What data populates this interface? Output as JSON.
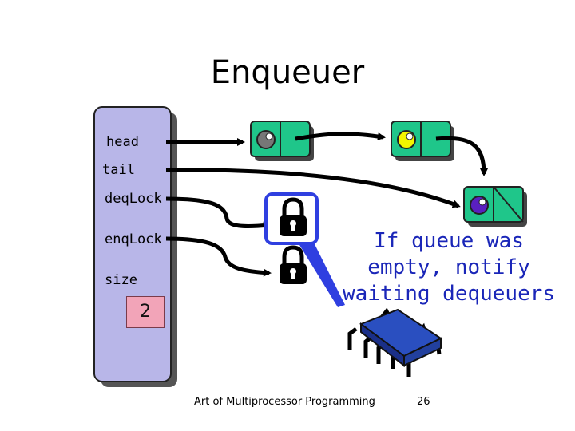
{
  "slide": {
    "title": "Enqueuer",
    "fields": {
      "head": "head",
      "tail": "tail",
      "deq_lock": "deqLock",
      "enq_lock": "enqLock",
      "size": "size"
    },
    "size_value": "2",
    "callout_lines": [
      "If queue was",
      "empty, notify",
      "waiting dequeuers"
    ],
    "footer": {
      "text": "Art of Multiprocessor Programming",
      "page_number": "26"
    },
    "colors": {
      "queue_object": "#b8b6e8",
      "node_fill": "#1fc68a",
      "lock_highlight": "#2f3fe0",
      "callout_text": "#1a26b8",
      "size_box": "#f2a4b8",
      "item_gray": "#777777",
      "item_yellow": "#f5f500",
      "item_purple": "#5a1fc0",
      "chip": "#2a4fc0"
    },
    "icons": [
      "padlock-locked-icon",
      "padlock-icon",
      "microchip-bug-icon"
    ]
  }
}
